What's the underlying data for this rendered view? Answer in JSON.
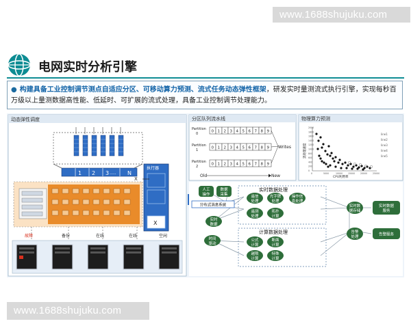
{
  "watermark": {
    "top": "www.1688shujuku.com",
    "bottom": "www.1688shujuku.com"
  },
  "header": {
    "title": "电网实时分析引擎"
  },
  "description": {
    "bullet": "●",
    "highlight": "构建具备工业控制调节测点自适应分区、可移动算力预测、流式任务动态弹性框架",
    "rest": "，研发实时量测流式执行引擎，实现每秒百万级以上量测数据高性能、低延时、可扩展的流式处理，具备工业控制调节处理能力。"
  },
  "panel_left": {
    "title": "动态弹性调度",
    "queue_labels": [
      "1",
      "2",
      "3",
      "N"
    ],
    "ellipsis": ".....",
    "x_marks": [
      "X",
      "X"
    ],
    "executor_label": "执行器",
    "server_labels": [
      "故障",
      "备份",
      "在线",
      "在线",
      "空闲"
    ]
  },
  "panel_mid": {
    "title": "分区队列流水线",
    "partitions": [
      {
        "label": "Partition",
        "index": "0",
        "cells": [
          "0",
          "1",
          "2",
          "3",
          "4",
          "5",
          "6",
          "7",
          "8",
          "9"
        ]
      },
      {
        "label": "Partition",
        "index": "1",
        "cells": [
          "0",
          "1",
          "2",
          "3",
          "4",
          "5",
          "6",
          "7",
          "8",
          "9"
        ]
      },
      {
        "label": "Partition",
        "index": "2",
        "cells": [
          "0",
          "1",
          "2",
          "3",
          "4",
          "5",
          "6",
          "7",
          "8",
          "9"
        ]
      }
    ],
    "writes_label": "Writes",
    "old_label": "Old",
    "new_label": "New"
  },
  "panel_right": {
    "title": "物理算力预测",
    "xlabel": "CPU利用率",
    "ylabel": "流处理速度",
    "y_ticks": [
      "2000",
      "1800",
      "1600",
      "1400",
      "1200",
      "1000",
      "800",
      "600",
      "400",
      "200",
      "0"
    ],
    "x_ticks": [
      "0",
      "5000",
      "10000",
      "15000",
      "20000",
      "25000"
    ],
    "legend": [
      "line1",
      "line2",
      "line3",
      "line4",
      "line5"
    ]
  },
  "flow": {
    "realtime_title": "实时数据处理",
    "compute_title": "计算数据处理",
    "inputs": [
      "人工\n操作",
      "数据\n采集"
    ],
    "subscribe": "分布式消息系统",
    "rt_data": "实时\n数据",
    "time_trigger": "时间\n驱动",
    "rt_nodes": [
      "遥信\n处理",
      "光字牌\n处理",
      "操作信\n息处理",
      "遥测\n处理",
      "拓扑\n计算"
    ],
    "calc_nodes": [
      "公式\n计算",
      "断面\n计算",
      "越限\n计算",
      "特殊\n计算"
    ],
    "store": "实时数\n据存储",
    "alarm": "告警\n处理",
    "service_rt": "实时数据\n服务",
    "service_alarm": "告警服务"
  },
  "colors": {
    "accent": "#0d8c93",
    "title_blue": "#1565a8",
    "node_green": "#2e6e3a",
    "panel_orange": "#e98b2a",
    "queue_blue": "#2f6dc4"
  }
}
